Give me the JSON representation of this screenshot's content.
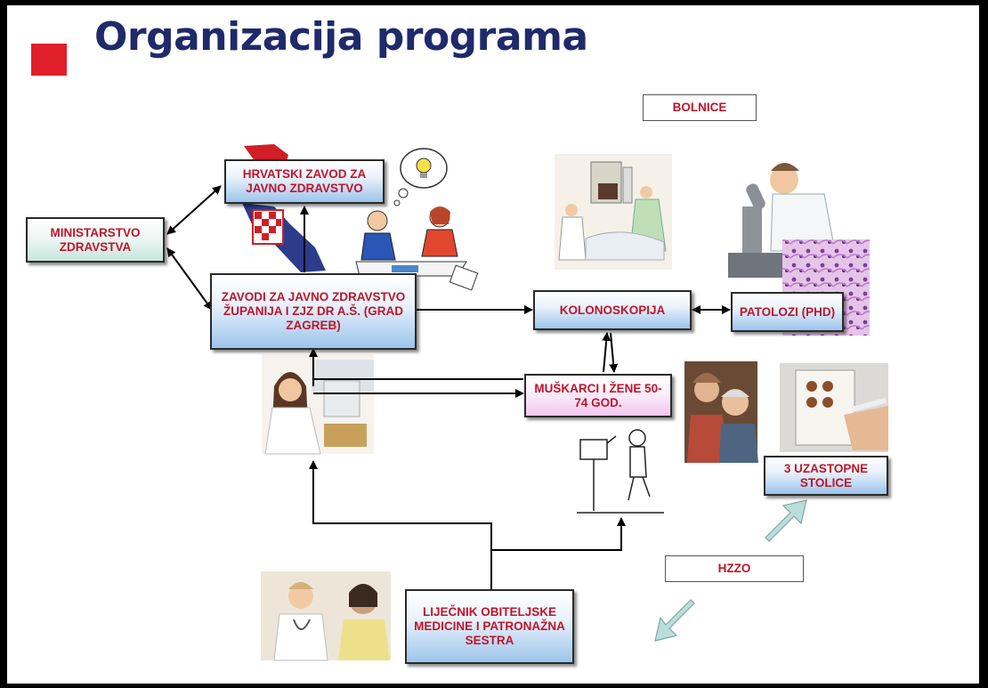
{
  "title": "Organizacija programa",
  "boxes": {
    "ministarstvo": "MINISTARSTVO ZDRAVSTVA",
    "hzjz": "HRVATSKI ZAVOD ZA JAVNO ZDRAVSTVO",
    "zavodi": "ZAVODI ZA JAVNO ZDRAVSTVO ŽUPANIJA I ZJZ DR A.Š. (GRAD ZAGREB)",
    "bolnice": "BOLNICE",
    "kolonoskopija": "KOLONOSKOPIJA",
    "patolozi": "PATOLOZI (PHD)",
    "muskarci": "MUŠKARCI I ŽENE 50-74 GOD.",
    "stolice": "3 UZASTOPNE STOLICE",
    "hzzo": "HZZO",
    "lijecnik": "LIJEČNIK OBITELJSKE MEDICINE I PATRONAŽNA SESTRA"
  },
  "illustrations": [
    "croatia-map-image",
    "meeting-cartoon-image",
    "colonoscopy-image",
    "microscope-image",
    "histology-image",
    "telephone-doctor-image",
    "elderly-couple-image",
    "test-card-image",
    "mailbox-cartoon-image",
    "doctor-patient-image"
  ],
  "colors": {
    "title": "#1f2a6b",
    "accent": "#e0202a",
    "box_text": "#c0152a"
  }
}
